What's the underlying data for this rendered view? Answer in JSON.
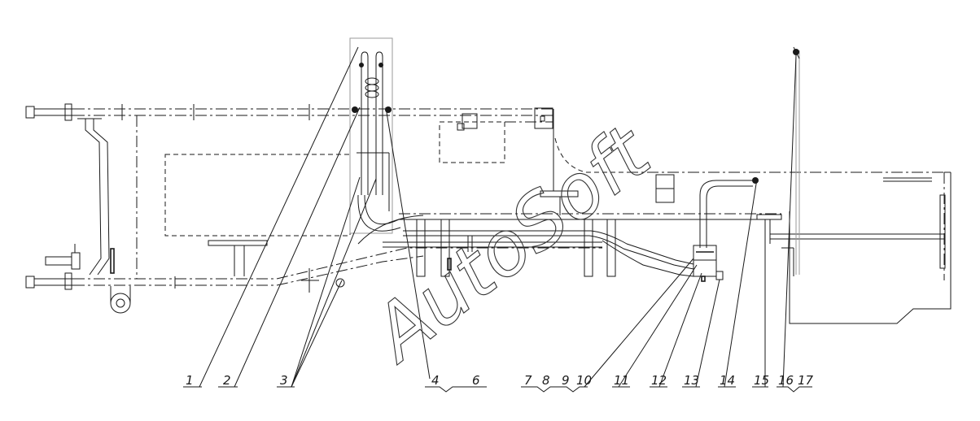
{
  "watermark": "AutoSoft",
  "labels": [
    "1",
    "2",
    "3",
    "4",
    "6",
    "7",
    "8",
    "9",
    "10",
    "11",
    "12",
    "13",
    "14",
    "15",
    "16",
    "17"
  ]
}
